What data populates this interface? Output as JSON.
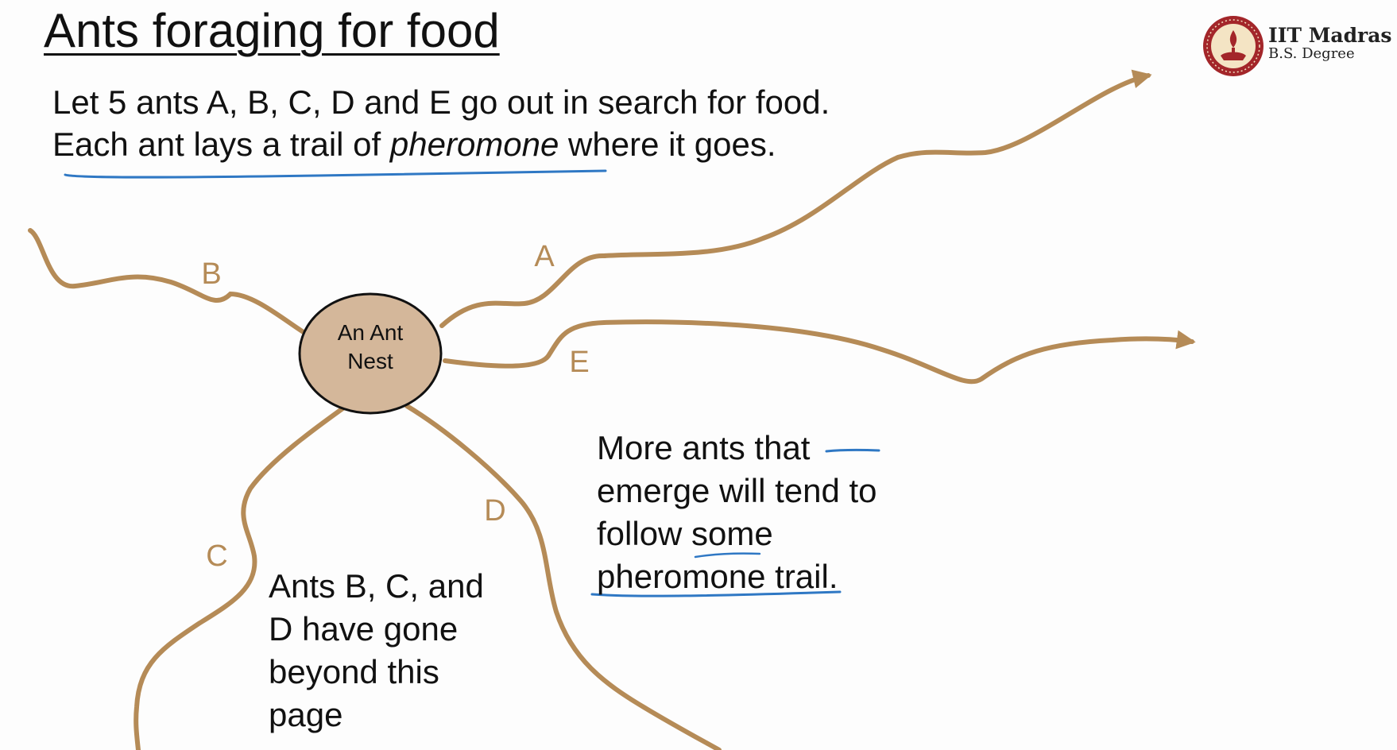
{
  "title": "Ants foraging for food",
  "intro": {
    "line1": "Let 5 ants A, B, C, D and E go out in search for food.",
    "line2_prefix": "Each ant lays a trail of ",
    "line2_emphasis": "pheromone",
    "line2_suffix": " where it goes."
  },
  "nest": {
    "line1": "An Ant",
    "line2": "Nest"
  },
  "trail_labels": {
    "a": "A",
    "b": "B",
    "c": "C",
    "d": "D",
    "e": "E"
  },
  "note_left": {
    "line1": "Ants B, C, and",
    "line2": "D have gone",
    "line3": "beyond this",
    "line4": "page"
  },
  "note_right": {
    "line1": "More ants that",
    "line2": "emerge will tend to",
    "line3": "follow some",
    "line4": "pheromone trail."
  },
  "logo": {
    "name": "IIT Madras",
    "subtitle": "B.S. Degree",
    "seal": "iit-madras-seal"
  },
  "colors": {
    "trail": "#b58b57",
    "nest_fill": "#d4b79a",
    "annotation": "#2f78c4",
    "logo_red": "#a3262a"
  }
}
